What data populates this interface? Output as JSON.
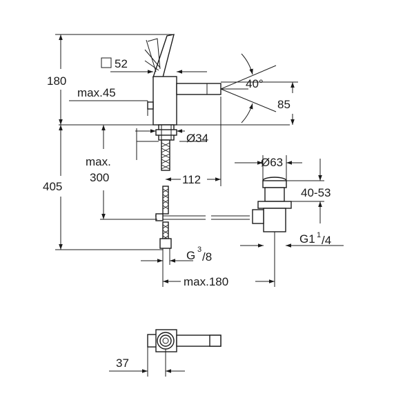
{
  "dimensions": {
    "d180_height": "180",
    "d52_square": "52",
    "d40_angle": "40°",
    "dmax45": "max.45",
    "d85": "85",
    "d34": "Ø34",
    "dmax300_line1": "max.",
    "dmax300_line2": "300",
    "d112": "112",
    "d405": "405",
    "d63": "Ø63",
    "d40_53": "40-53",
    "dG1": "G1",
    "dG1_sup": "1",
    "dG1_sub": "/4",
    "dG38": "G",
    "dG38_sup": "3",
    "dG38_sub": "/8",
    "dmax180": "max.180",
    "d37": "37"
  }
}
